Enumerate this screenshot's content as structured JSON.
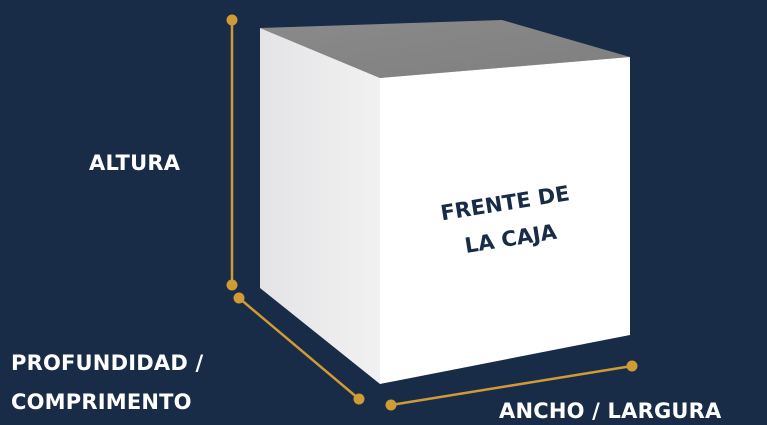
{
  "labels": {
    "height": "ALTURA",
    "depth_line1": "PROFUNDIDAD /",
    "depth_line2": "COMPRIMENTO",
    "width": "ANCHO / LARGURA"
  },
  "box": {
    "front_line1": "FRENTE DE",
    "front_line2": "LA CAJA"
  },
  "colors": {
    "background": "#182b47",
    "dimension_line": "#cf9b35",
    "box_top": "#878787",
    "box_front": "#ffffff",
    "box_side": "#e9e9ea",
    "text": "#ffffff"
  }
}
